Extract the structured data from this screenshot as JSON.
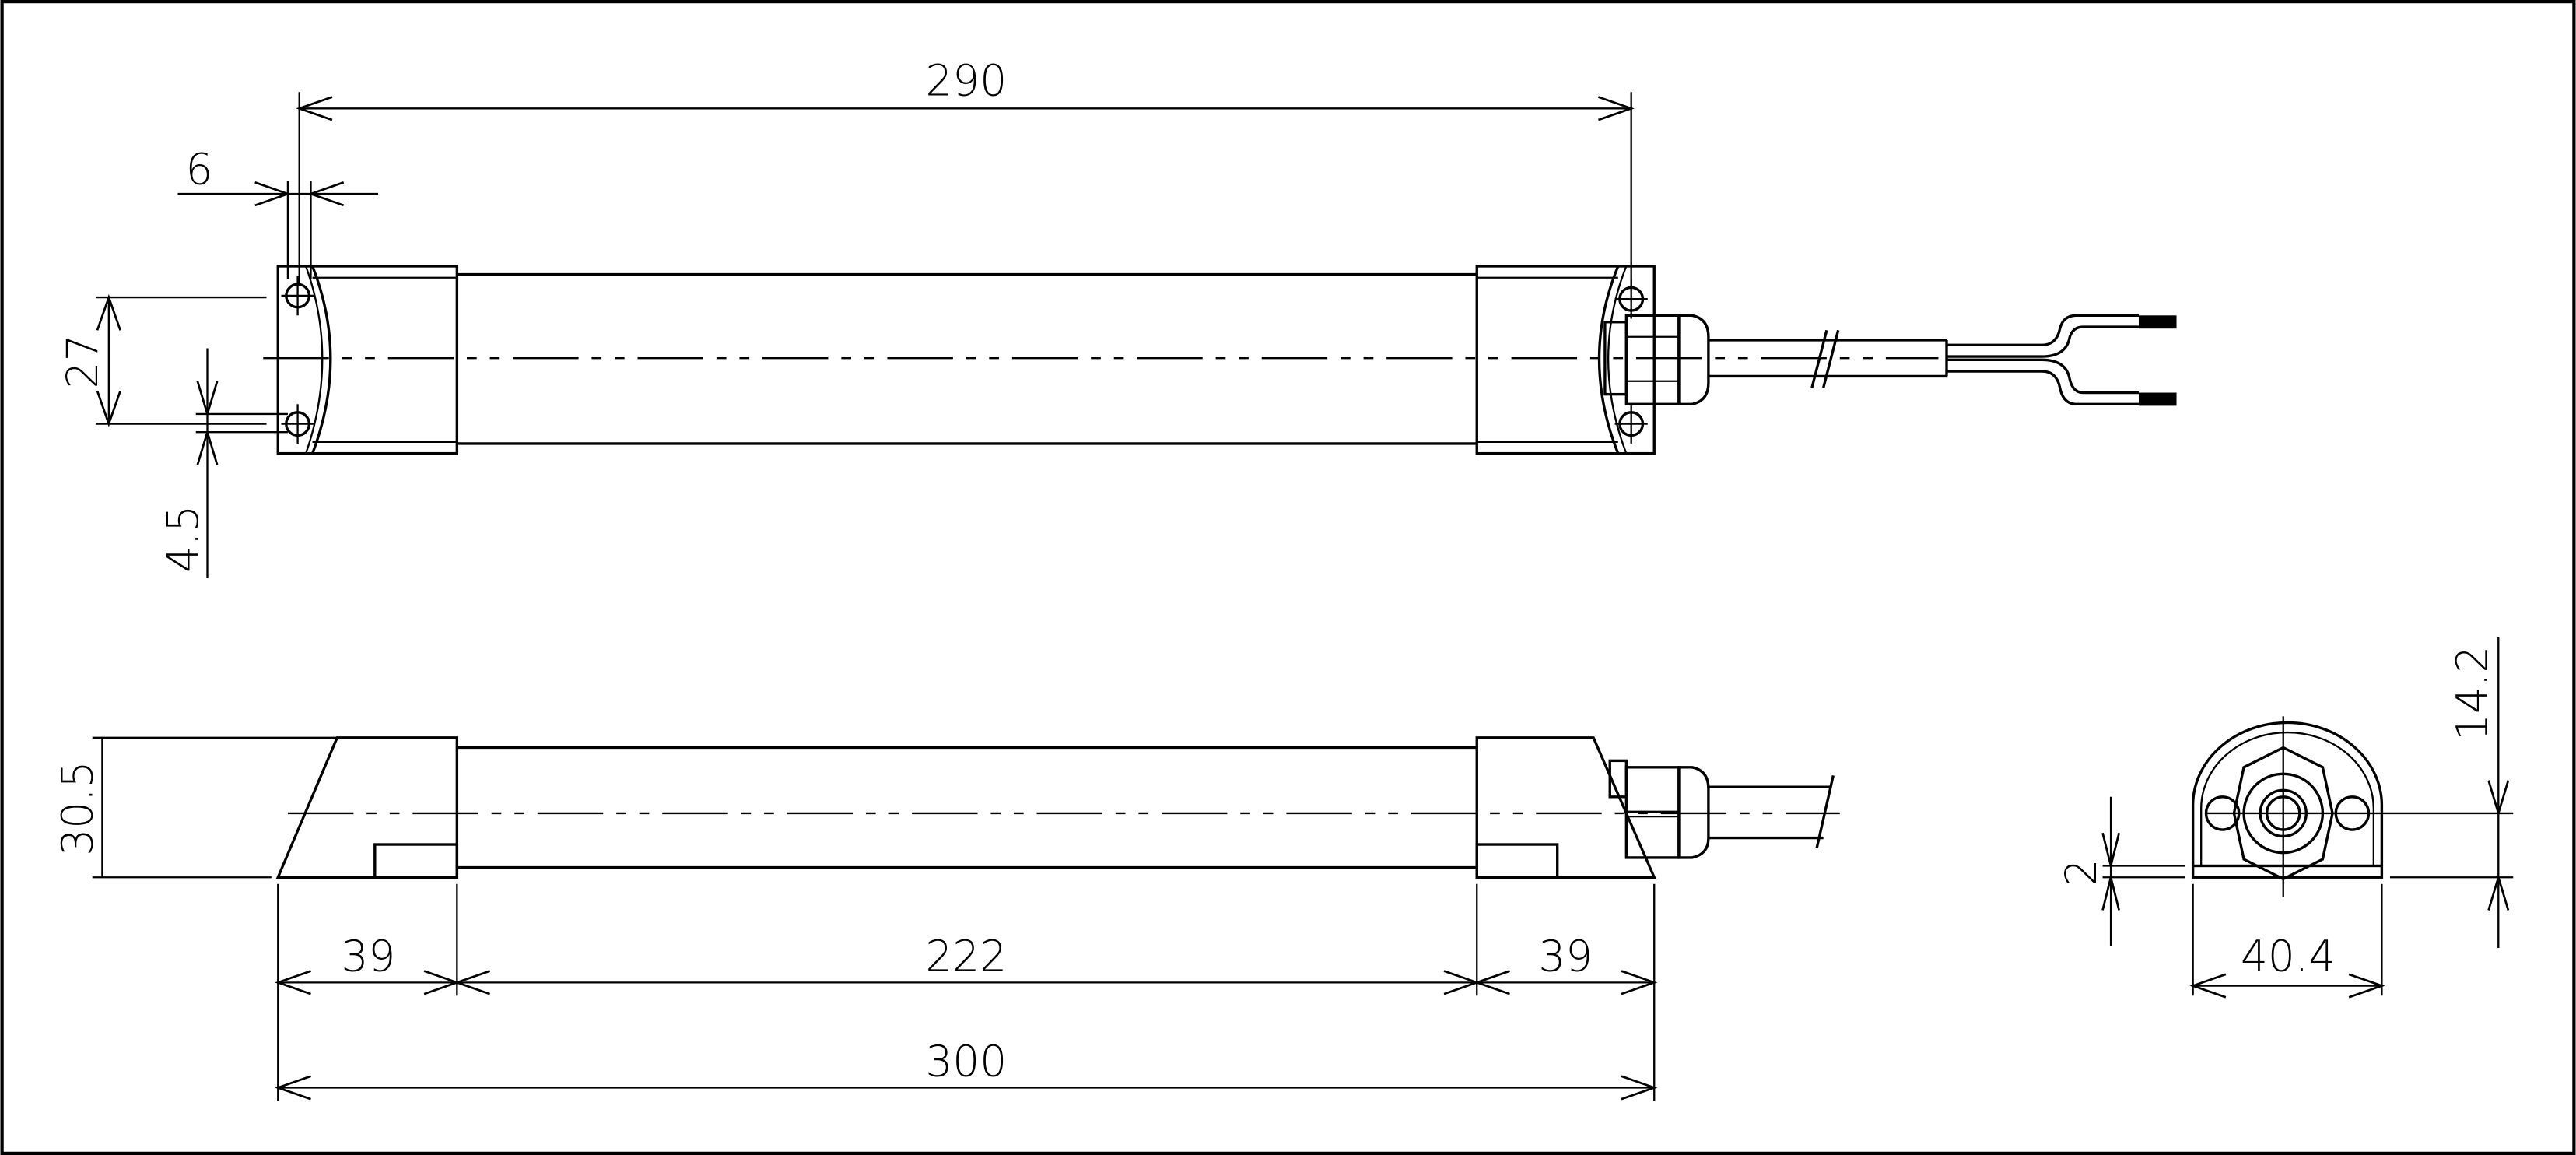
{
  "drawing": {
    "top_view": {
      "dimensions": {
        "overall_hole_pitch": "290",
        "hole_offset": "6",
        "hole_spacing": "27",
        "hole_diameter": "4.5"
      }
    },
    "side_view": {
      "dimensions": {
        "height": "30.5",
        "left_cap": "39",
        "tube": "222",
        "right_cap": "39",
        "overall_length": "300"
      }
    },
    "end_view": {
      "dimensions": {
        "base_thickness": "2",
        "center_height": "14.2",
        "width": "40.4"
      }
    }
  }
}
